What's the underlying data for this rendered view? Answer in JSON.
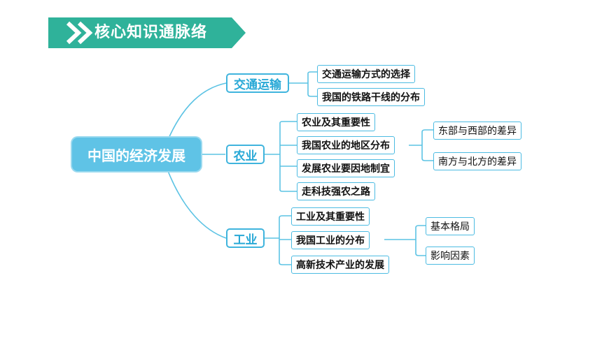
{
  "banner": {
    "title": "核心知识通脉络"
  },
  "mindmap": {
    "root": "中国的经济发展",
    "categories": [
      {
        "label": "交通运输",
        "items": [
          {
            "label": "交通运输方式的选择"
          },
          {
            "label": "我国的铁路干线的分布"
          }
        ]
      },
      {
        "label": "农业",
        "items": [
          {
            "label": "农业及其重要性"
          },
          {
            "label": "我国农业的地区分布",
            "children": [
              "东部与西部的差异",
              "南方与北方的差异"
            ]
          },
          {
            "label": "发展农业要因地制宜"
          },
          {
            "label": "走科技强农之路"
          }
        ]
      },
      {
        "label": "工业",
        "items": [
          {
            "label": "工业及其重要性"
          },
          {
            "label": "我国工业的分布",
            "children": [
              "基本格局",
              "影响因素"
            ]
          },
          {
            "label": "高新技术产业的发展"
          }
        ]
      }
    ]
  },
  "colors": {
    "accent": "#3fb4dd",
    "banner": "#2fb29a",
    "root": "#5fc3e6"
  }
}
